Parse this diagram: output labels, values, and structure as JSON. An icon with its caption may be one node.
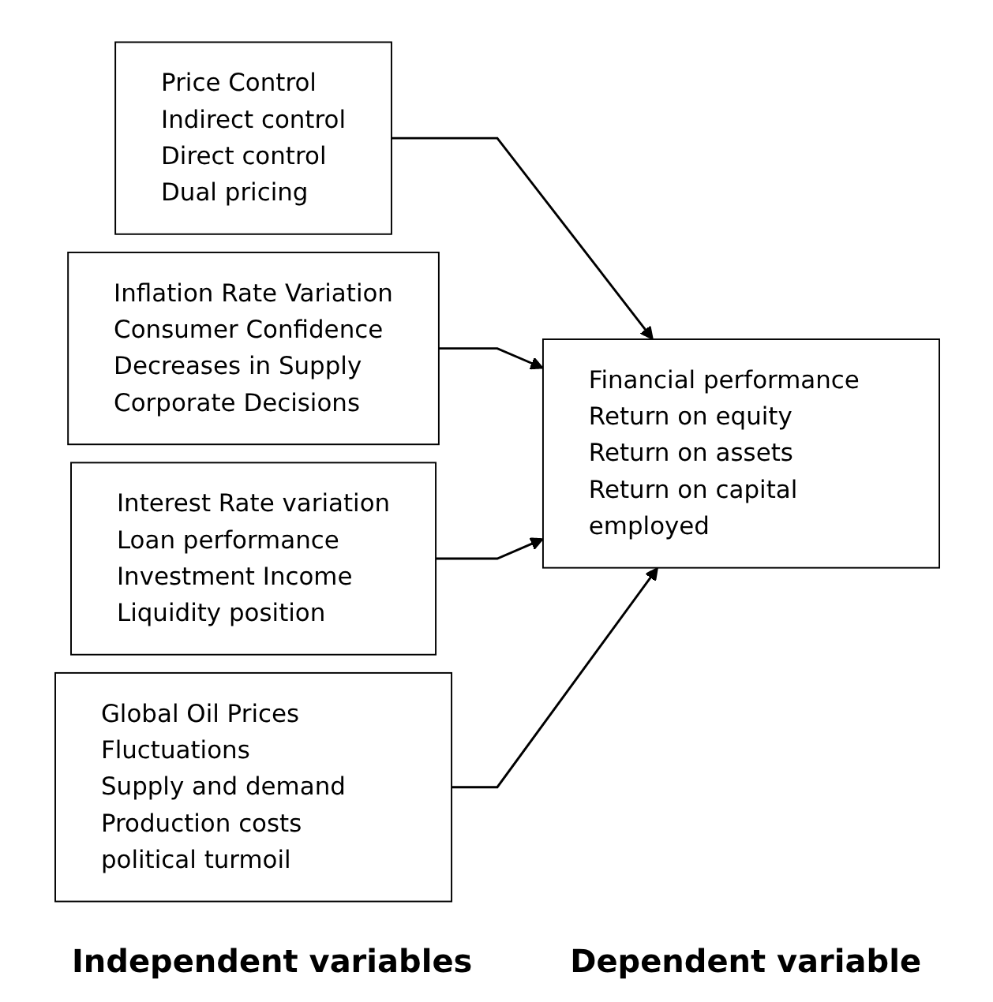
{
  "diagram": {
    "nodes": [
      {
        "text": [
          "Price Control",
          "Indirect control",
          "Direct control",
          "Dual pricing"
        ]
      },
      {
        "text": [
          "Inflation Rate Variation",
          "Consumer Confidence",
          "Decreases in Supply",
          "Corporate Decisions"
        ]
      },
      {
        "text": [
          "Interest Rate variation",
          "Loan performance",
          "Investment Income",
          "Liquidity position"
        ]
      },
      {
        "text": [
          "Global Oil Prices Fluctuations",
          "Supply and demand",
          "Production costs",
          "political turmoil"
        ]
      },
      {
        "text": [
          "Financial performance",
          "Return on equity",
          "Return on assets",
          "Return on capital employed"
        ]
      }
    ],
    "edges": [
      {
        "from": 0,
        "to": 4,
        "arrow": "to"
      },
      {
        "from": 1,
        "to": 4,
        "arrow": "to"
      },
      {
        "from": 2,
        "to": 4,
        "arrow": "to"
      },
      {
        "from": 3,
        "to": 4,
        "arrow": "to"
      }
    ],
    "labels": [
      "Independent variables",
      "Dependent variable"
    ]
  }
}
